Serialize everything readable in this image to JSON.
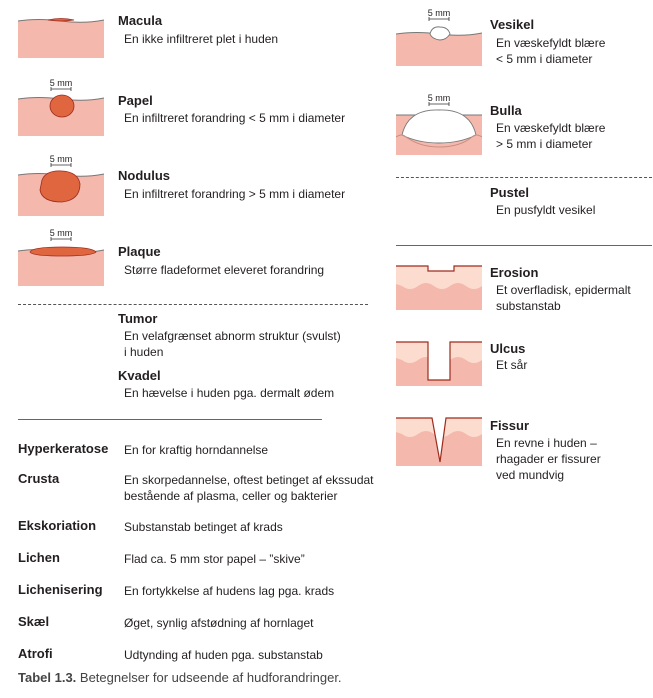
{
  "left_items": [
    {
      "term": "Macula",
      "desc": "En ikke infiltreret plet i huden"
    },
    {
      "term": "Papel",
      "desc": "En infiltreret forandring < 5 mm i diameter",
      "size": "5 mm"
    },
    {
      "term": "Nodulus",
      "desc": "En infiltreret forandring > 5 mm i diameter",
      "size": "5 mm"
    },
    {
      "term": "Plaque",
      "desc": "Større fladeformet eleveret forandring",
      "size": "5 mm"
    }
  ],
  "tumor": {
    "term": "Tumor",
    "desc_1": "En velafgrænset abnorm struktur (svulst)",
    "desc_2": "i huden"
  },
  "kvadel": {
    "term": "Kvadel",
    "desc": "En hævelse i huden pga. dermalt ødem"
  },
  "right_items": [
    {
      "term": "Vesikel",
      "desc_1": "En væskefyldt blære",
      "desc_2": "< 5 mm i diameter",
      "size": "5 mm"
    },
    {
      "term": "Bulla",
      "desc_1": "En væskefyldt blære",
      "desc_2": "> 5 mm i diameter",
      "size": "5 mm"
    }
  ],
  "pustel": {
    "term": "Pustel",
    "desc": "En pusfyldt vesikel"
  },
  "right_items_2": [
    {
      "term": "Erosion",
      "desc_1": "Et overfladisk, epidermalt",
      "desc_2": "substanstab"
    },
    {
      "term": "Ulcus",
      "desc_1": "Et sår"
    },
    {
      "term": "Fissur",
      "desc_1": "En revne i huden –",
      "desc_2": "rhagader er fissurer",
      "desc_3": "ved mundvig"
    }
  ],
  "glossary": [
    {
      "term": "Hyperkeratose",
      "desc": "En for kraftig horndannelse"
    },
    {
      "term": "Crusta",
      "desc": "En skorpedannelse, oftest betinget af ekssudat bestående af plasma, celler og bakterier"
    },
    {
      "term": "Ekskoriation",
      "desc": "Substanstab betinget af krads"
    },
    {
      "term": "Lichen",
      "desc": "Flad ca. 5 mm stor papel – ”skive”"
    },
    {
      "term": "Lichenisering",
      "desc": "En fortykkelse af hudens lag pga. krads"
    },
    {
      "term": "Skæl",
      "desc": "Øget, synlig afstødning af hornlaget"
    },
    {
      "term": "Atrofi",
      "desc": "Udtynding af huden pga. substanstab"
    }
  ],
  "caption": {
    "label": "Tabel 1.3.",
    "text": " Betegnelser for udseende af hudforandringer."
  },
  "colors": {
    "skin": "#f4b8ad",
    "epidermis": "#fcdccf",
    "lesion": "#e0663f",
    "outline": "#9e2b1c"
  }
}
